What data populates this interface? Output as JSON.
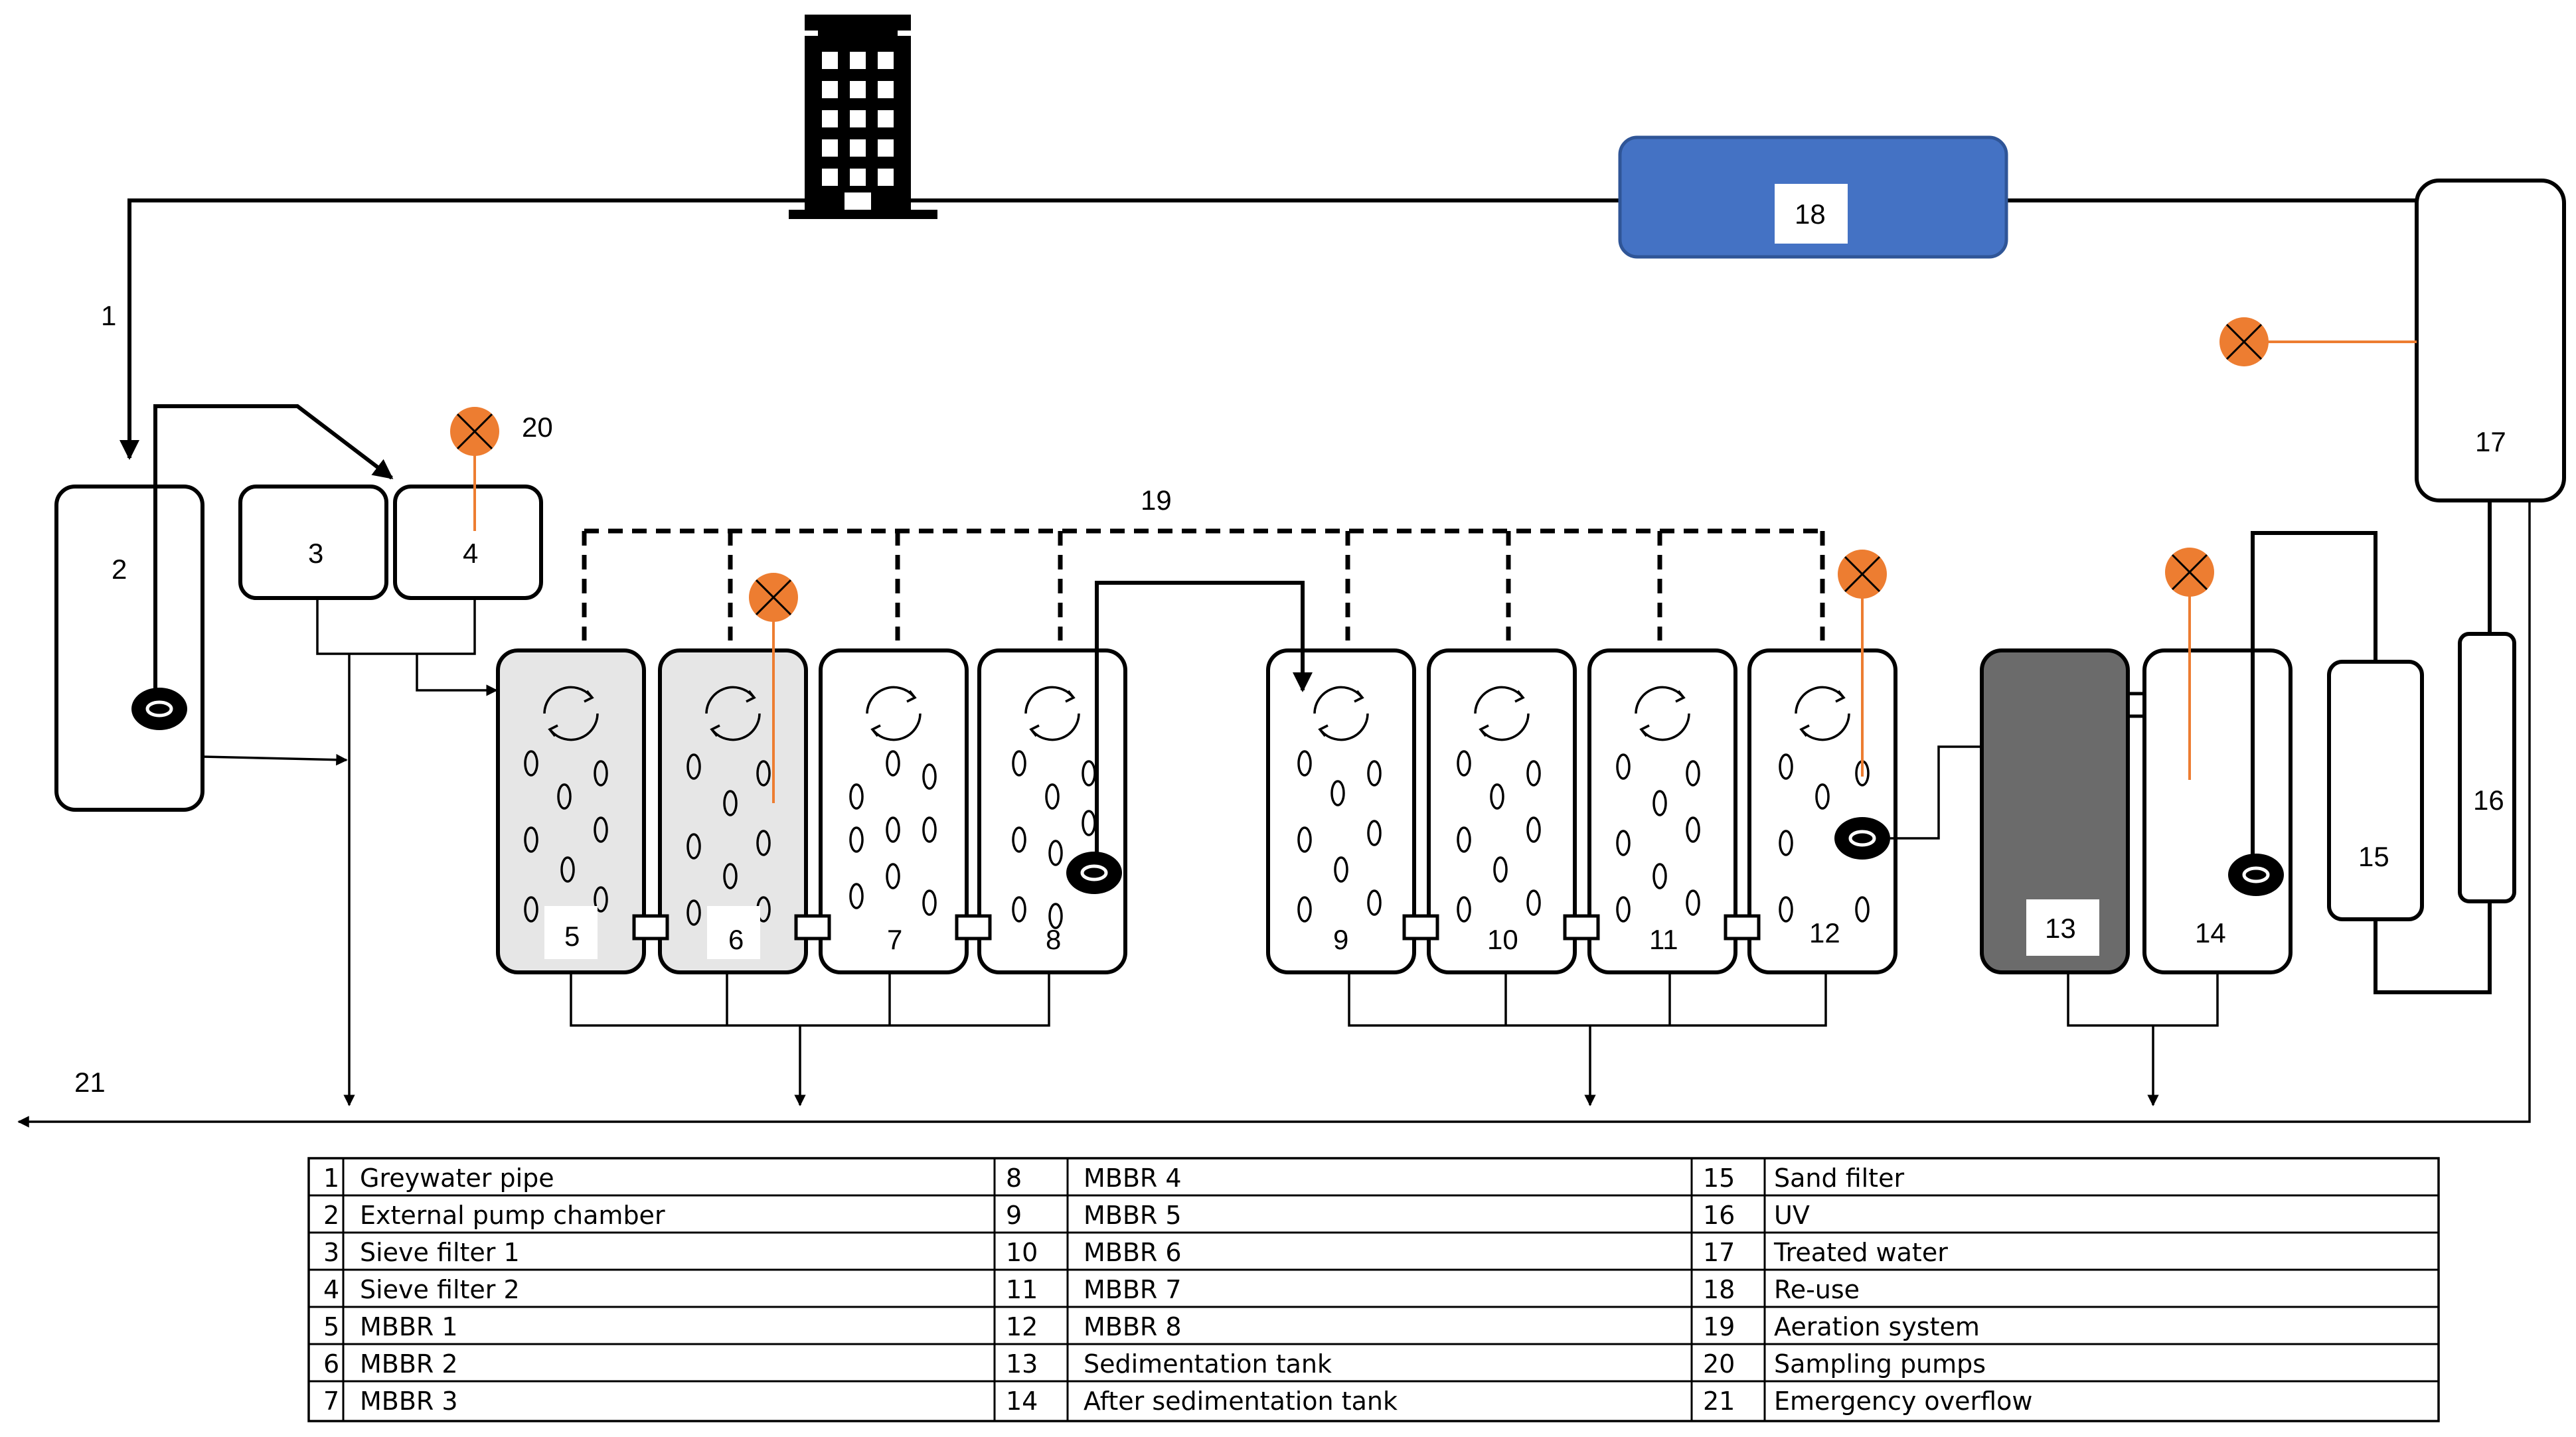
{
  "colors": {
    "reuse": "#4472c4",
    "sampling_pump": "#ed7d31",
    "sedimentation": "#6b6b6b",
    "mbbr_shaded": "#e6e6e6"
  },
  "labels": {
    "n1": "1",
    "n2": "2",
    "n3": "3",
    "n4": "4",
    "n5": "5",
    "n6": "6",
    "n7": "7",
    "n8": "8",
    "n9": "9",
    "n10": "10",
    "n11": "11",
    "n12": "12",
    "n13": "13",
    "n14": "14",
    "n15": "15",
    "n16": "16",
    "n17": "17",
    "n18": "18",
    "n19": "19",
    "n20": "20",
    "n21": "21"
  },
  "legend": [
    {
      "num": "1",
      "text": "Greywater pipe"
    },
    {
      "num": "2",
      "text": "External pump chamber"
    },
    {
      "num": "3",
      "text": "Sieve filter 1"
    },
    {
      "num": "4",
      "text": "Sieve filter 2"
    },
    {
      "num": "5",
      "text": "MBBR 1"
    },
    {
      "num": "6",
      "text": "MBBR 2"
    },
    {
      "num": "7",
      "text": "MBBR 3"
    },
    {
      "num": "8",
      "text": "MBBR 4"
    },
    {
      "num": "9",
      "text": "MBBR 5"
    },
    {
      "num": "10",
      "text": "MBBR 6"
    },
    {
      "num": "11",
      "text": "MBBR 7"
    },
    {
      "num": "12",
      "text": "MBBR 8"
    },
    {
      "num": "13",
      "text": "Sedimentation tank"
    },
    {
      "num": "14",
      "text": "After sedimentation tank"
    },
    {
      "num": "15",
      "text": "Sand filter"
    },
    {
      "num": "16",
      "text": "UV"
    },
    {
      "num": "17",
      "text": "Treated water"
    },
    {
      "num": "18",
      "text": "Re-use"
    },
    {
      "num": "19",
      "text": "Aeration system"
    },
    {
      "num": "20",
      "text": "Sampling pumps"
    },
    {
      "num": "21",
      "text": "Emergency overflow"
    }
  ]
}
